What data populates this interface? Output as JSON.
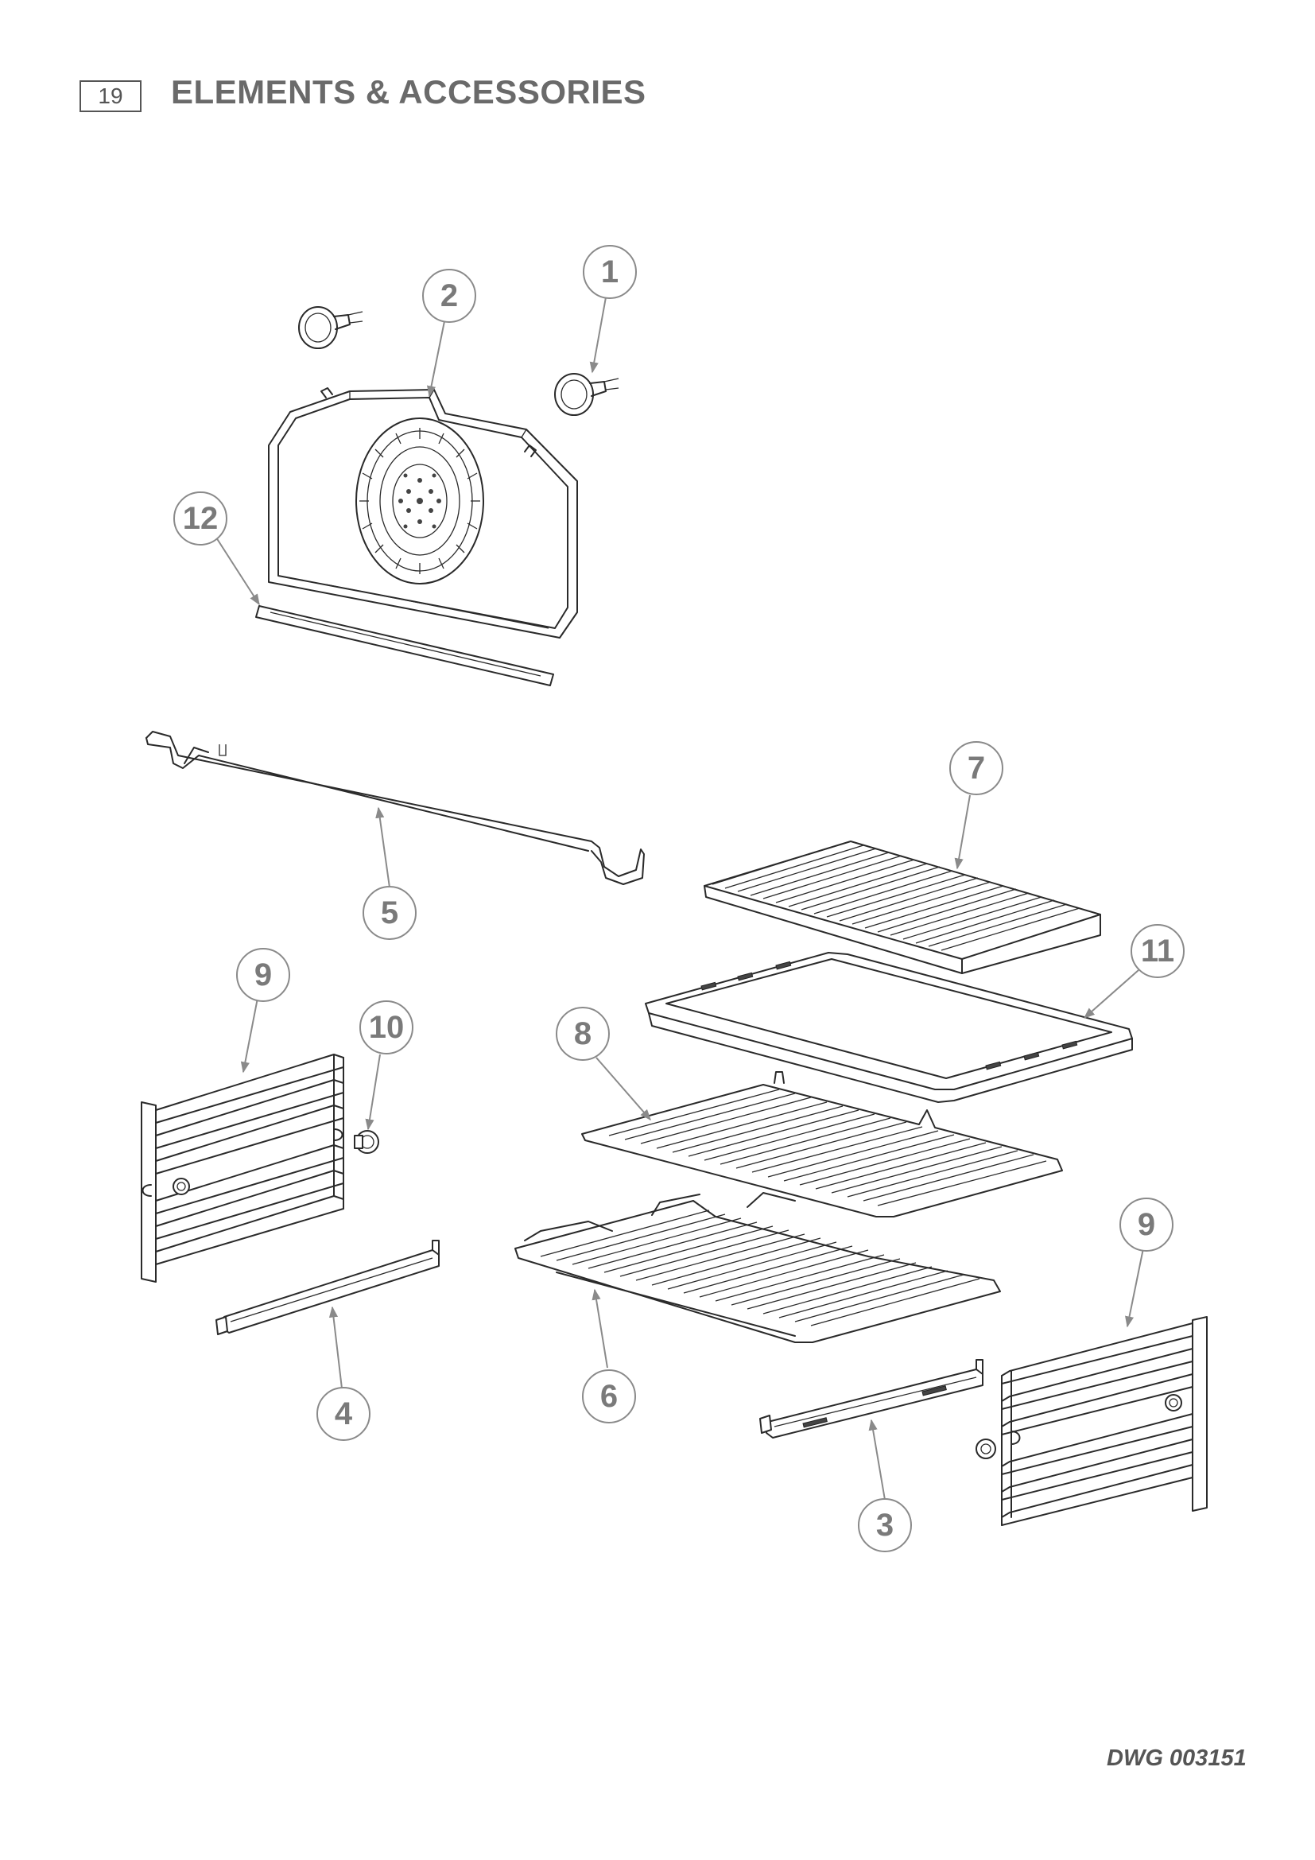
{
  "header": {
    "page_number": "19",
    "title": "ELEMENTS & ACCESSORIES"
  },
  "footer": {
    "drawing_number": "DWG 003151"
  },
  "callouts": [
    {
      "id": "c1",
      "label": "1"
    },
    {
      "id": "c2",
      "label": "2"
    },
    {
      "id": "c3",
      "label": "3"
    },
    {
      "id": "c4",
      "label": "4"
    },
    {
      "id": "c5",
      "label": "5"
    },
    {
      "id": "c6",
      "label": "6"
    },
    {
      "id": "c7",
      "label": "7"
    },
    {
      "id": "c8",
      "label": "8"
    },
    {
      "id": "c9a",
      "label": "9"
    },
    {
      "id": "c9b",
      "label": "9"
    },
    {
      "id": "c10",
      "label": "10"
    },
    {
      "id": "c11",
      "label": "11"
    },
    {
      "id": "c12",
      "label": "12"
    }
  ]
}
